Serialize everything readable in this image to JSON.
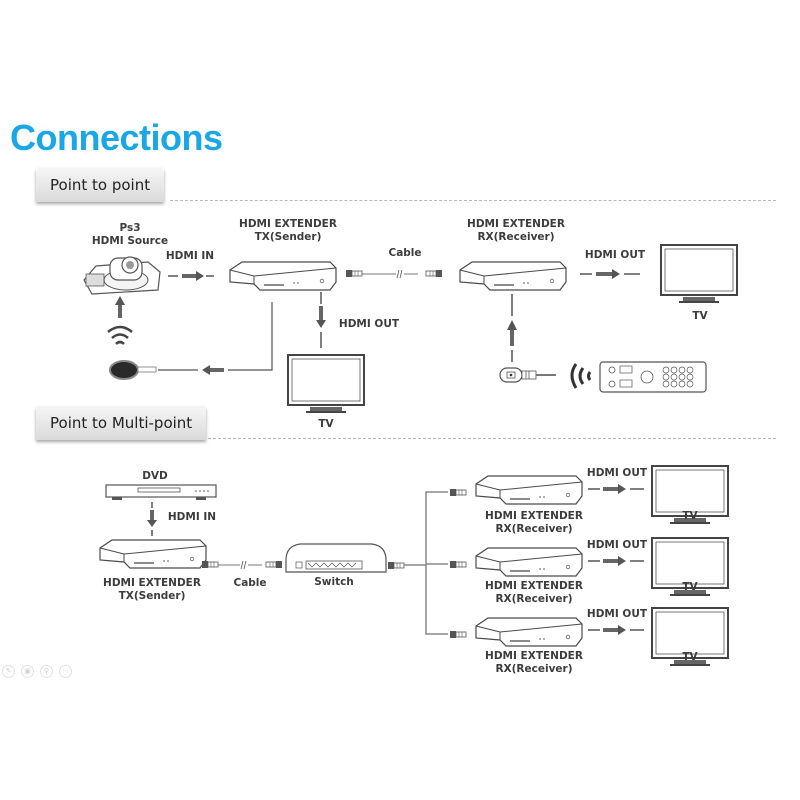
{
  "title": "Connections",
  "colors": {
    "title": "#1aa7e6",
    "device_stroke": "#4a4a4a",
    "arrow": "#555555"
  },
  "sections": {
    "point_to_point": {
      "tab_label": "Point to point",
      "source": {
        "line1": "Ps3",
        "line2": "HDMI Source"
      },
      "hdmi_in": "HDMI IN",
      "tx": {
        "line1": "HDMI EXTENDER",
        "line2": "TX(Sender)"
      },
      "cable": "Cable",
      "rx": {
        "line1": "HDMI EXTENDER",
        "line2": "RX(Receiver)"
      },
      "hdmi_out_right": "HDMI OUT",
      "tv_right": "TV",
      "hdmi_out_down": "HDMI OUT",
      "tv_bottom": "TV"
    },
    "point_to_multipoint": {
      "tab_label": "Point to Multi-point",
      "dvd": "DVD",
      "hdmi_in": "HDMI IN",
      "tx": {
        "line1": "HDMI EXTENDER",
        "line2": "TX(Sender)"
      },
      "cable": "Cable",
      "switch": "Switch",
      "receivers": [
        {
          "line1": "HDMI EXTENDER",
          "line2": "RX(Receiver)",
          "hdmi_out": "HDMI OUT",
          "tv": "TV"
        },
        {
          "line1": "HDMI EXTENDER",
          "line2": "RX(Receiver)",
          "hdmi_out": "HDMI OUT",
          "tv": "TV"
        },
        {
          "line1": "HDMI EXTENDER",
          "line2": "RX(Receiver)",
          "hdmi_out": "HDMI OUT",
          "tv": "TV"
        }
      ]
    }
  },
  "viewer_toolbar": [
    "edit-icon",
    "copy-icon",
    "zoom-icon",
    "more-icon"
  ]
}
